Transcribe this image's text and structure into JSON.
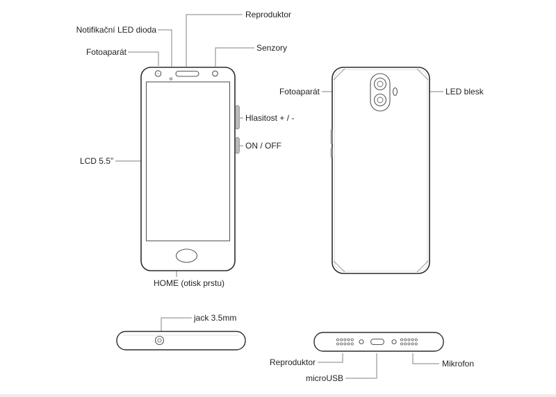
{
  "labels": {
    "reproduktor_top": "Reproduktor",
    "notifikacni_led": "Notifikační LED dioda",
    "fotoaparat_front": "Fotoaparát",
    "senzory": "Senzory",
    "hlasitost": "Hlasitost + / -",
    "on_off": "ON / OFF",
    "lcd": "LCD 5.5”",
    "home": "HOME (otisk prstu)",
    "fotoaparat_back": "Fotoaparát",
    "led_blesk": "LED blesk",
    "jack": "jack 3.5mm",
    "reproduktor_bottom": "Reproduktor",
    "microusb": "microUSB",
    "mikrofon": "Mikrofon"
  },
  "colors": {
    "outline": "#2b2b2b",
    "detail": "#555555",
    "leader_line": "#808080",
    "text": "#1f1f1f",
    "background": "#ffffff"
  }
}
